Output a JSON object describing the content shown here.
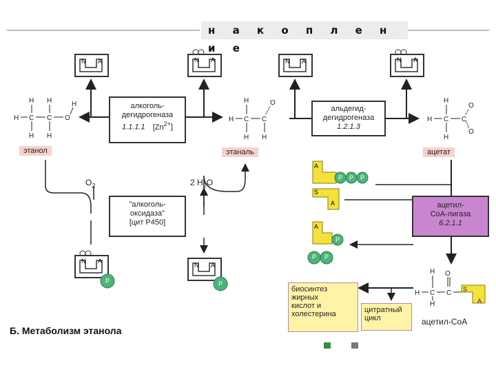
{
  "banner": "н а к о п л е н и е",
  "labels": {
    "ethanol": "этанол",
    "ethanal": "этаналь",
    "acetate": "ацетат",
    "acetylcoa": "ацетил-CoA"
  },
  "enzymes": {
    "adh": {
      "line1": "алкоголь-",
      "line2": "дегидрогеназа",
      "ec": "1.1.1.1",
      "cofactor": "[Zn",
      "charge": "2+",
      "close": "]"
    },
    "aldh": {
      "line1": "альдегид-",
      "line2": "дегидрогеназа",
      "ec": "1.2.1.3"
    },
    "oxidase": {
      "line1": "\"алкоголь-",
      "line2": "оксидаза\"",
      "line3": "[цит P450]"
    },
    "ligase": {
      "line1": "ацетил-",
      "line2": "CoA-лигаза",
      "ec": "6.2.1.1"
    }
  },
  "reagents": {
    "o2": "O",
    "o2sub": "2",
    "h2o_pre": "2 H",
    "h2o_sub": "2",
    "h2o_post": "O"
  },
  "fates": {
    "biosynthesis": [
      "биосинтез",
      "жирных",
      "кислот и",
      "холестерина"
    ],
    "citrate": [
      "цитратный",
      "цикл"
    ]
  },
  "caption": "Б. Метаболизм этанола",
  "glyphs": {
    "n": "N",
    "a": "A",
    "p": "P",
    "s": "S",
    "h": "H",
    "c": "C",
    "o": "O"
  },
  "colors": {
    "ligase": "#c985cf",
    "pink": "#f6d2cc",
    "yellow": "#fff3a8",
    "phosphate": "#4db37a",
    "coenzyme": "#f3e23a"
  }
}
